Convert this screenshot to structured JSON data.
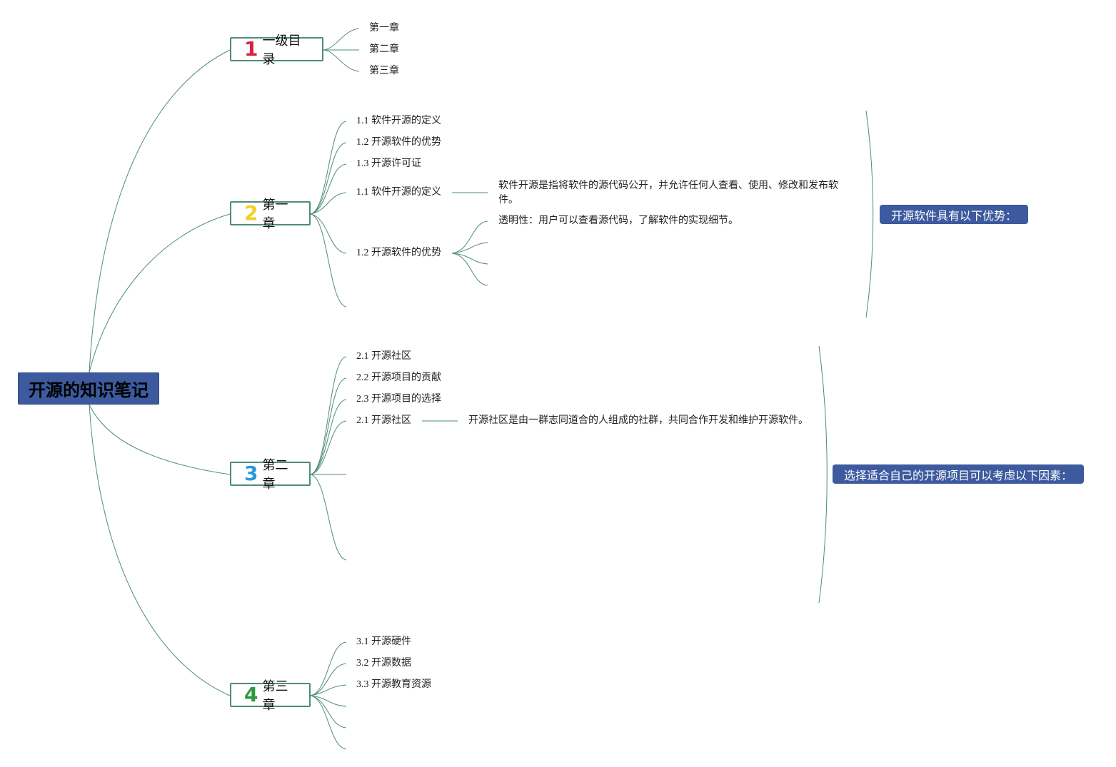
{
  "root": {
    "title": "开源的知识笔记"
  },
  "branches": [
    {
      "num": "1",
      "num_color": "#d9223a",
      "label": "一级目录",
      "children": [
        "第一章",
        "第二章",
        "第三章"
      ]
    },
    {
      "num": "2",
      "num_color": "#f2d024",
      "label": "第一章",
      "children": [
        "1.1 软件开源的定义",
        "1.2 开源软件的优势",
        "1.3 开源许可证",
        "1.1 软件开源的定义",
        "1.2 开源软件的优势"
      ],
      "detail_definition": "软件开源是指将软件的源代码公开，并允许任何人查看、使用、修改和发布软件。",
      "detail_advantage": "透明性：用户可以查看源代码，了解软件的实现细节。",
      "callout": "开源软件具有以下优势："
    },
    {
      "num": "3",
      "num_color": "#2a9ad8",
      "label": "第二章",
      "children": [
        "2.1 开源社区",
        "2.2 开源项目的贡献",
        "2.3 开源项目的选择",
        "2.1 开源社区"
      ],
      "detail_community": "开源社区是由一群志同道合的人组成的社群，共同合作开发和维护开源软件。",
      "callout": "选择适合自己的开源项目可以考虑以下因素："
    },
    {
      "num": "4",
      "num_color": "#2e9a3a",
      "label": "第三章",
      "children": [
        "3.1 开源硬件",
        "3.2 开源数据",
        "3.3 开源教育资源"
      ]
    }
  ],
  "colors": {
    "line": "#4e8c7a",
    "root_fill": "#3d5a9e",
    "callout_fill": "#3d5a9e"
  }
}
